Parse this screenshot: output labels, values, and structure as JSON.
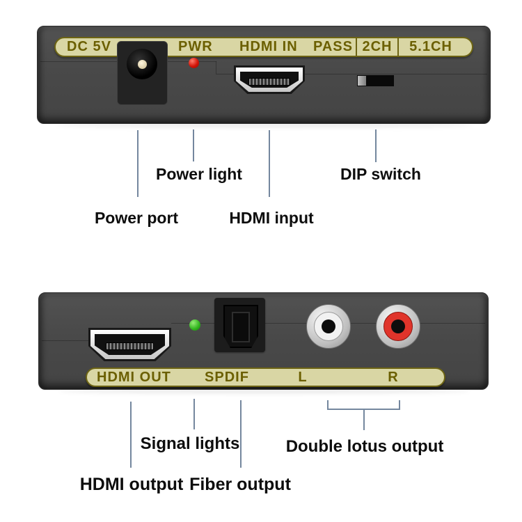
{
  "top_device": {
    "panel_labels": {
      "dc5v": "DC 5V",
      "pwr": "PWR",
      "hdmi_in": "HDMI IN",
      "pass": "PASS",
      "ch2": "2CH",
      "ch51": "5.1CH"
    },
    "annotations": {
      "power_light": "Power light",
      "power_port": "Power port",
      "hdmi_input": "HDMI input",
      "dip_switch": "DIP switch"
    }
  },
  "bottom_device": {
    "panel_labels": {
      "hdmi_out": "HDMI OUT",
      "spdif": "SPDIF",
      "l": "L",
      "r": "R"
    },
    "annotations": {
      "signal_lights": "Signal lights",
      "double_lotus": "Double lotus output",
      "hdmi_output": "HDMI output",
      "fiber_output": "Fiber output"
    }
  },
  "colors": {
    "device_body": "#494949",
    "label_strip_bg": "#d9d6a4",
    "label_strip_border": "#6d6414",
    "label_text": "#6b5f00",
    "leader_line": "#74879e",
    "annotation_text": "#0d0d0d",
    "led_power": "#d31408",
    "led_signal": "#2fb31c",
    "rca_left_ring": "#f4f4f4",
    "rca_right_ring": "#e0342b"
  }
}
